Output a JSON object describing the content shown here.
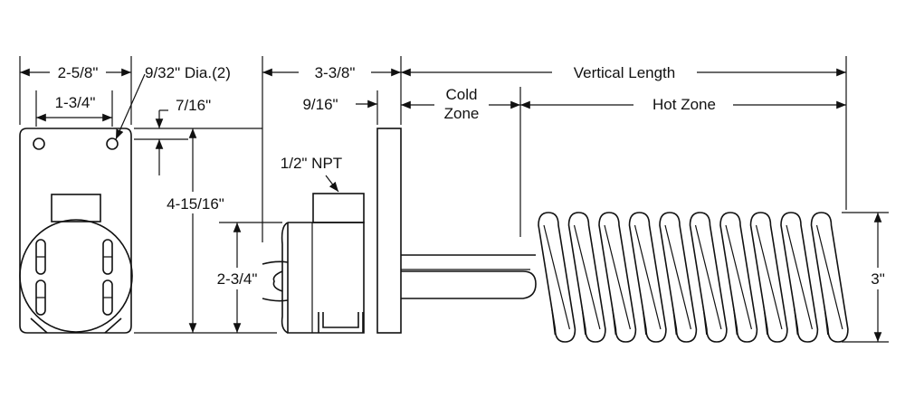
{
  "diagram": {
    "title": "Heater element dimension drawing",
    "labels": {
      "flange_width": "2-5/8\"",
      "hole_spacing": "1-3/4\"",
      "hole_dia": "9/32\" Dia.(2)",
      "hole_offset": "7/16\"",
      "flange_height": "4-15/16\"",
      "body_depth": "3-3/8\"",
      "flange_thickness": "9/16\"",
      "npt": "1/2\" NPT",
      "body_height": "2-3/4\"",
      "vertical_length": "Vertical Length",
      "cold_zone_1": "Cold",
      "cold_zone_2": "Zone",
      "hot_zone": "Hot Zone",
      "coil_dia": "3\""
    },
    "coil_turns": 10
  }
}
